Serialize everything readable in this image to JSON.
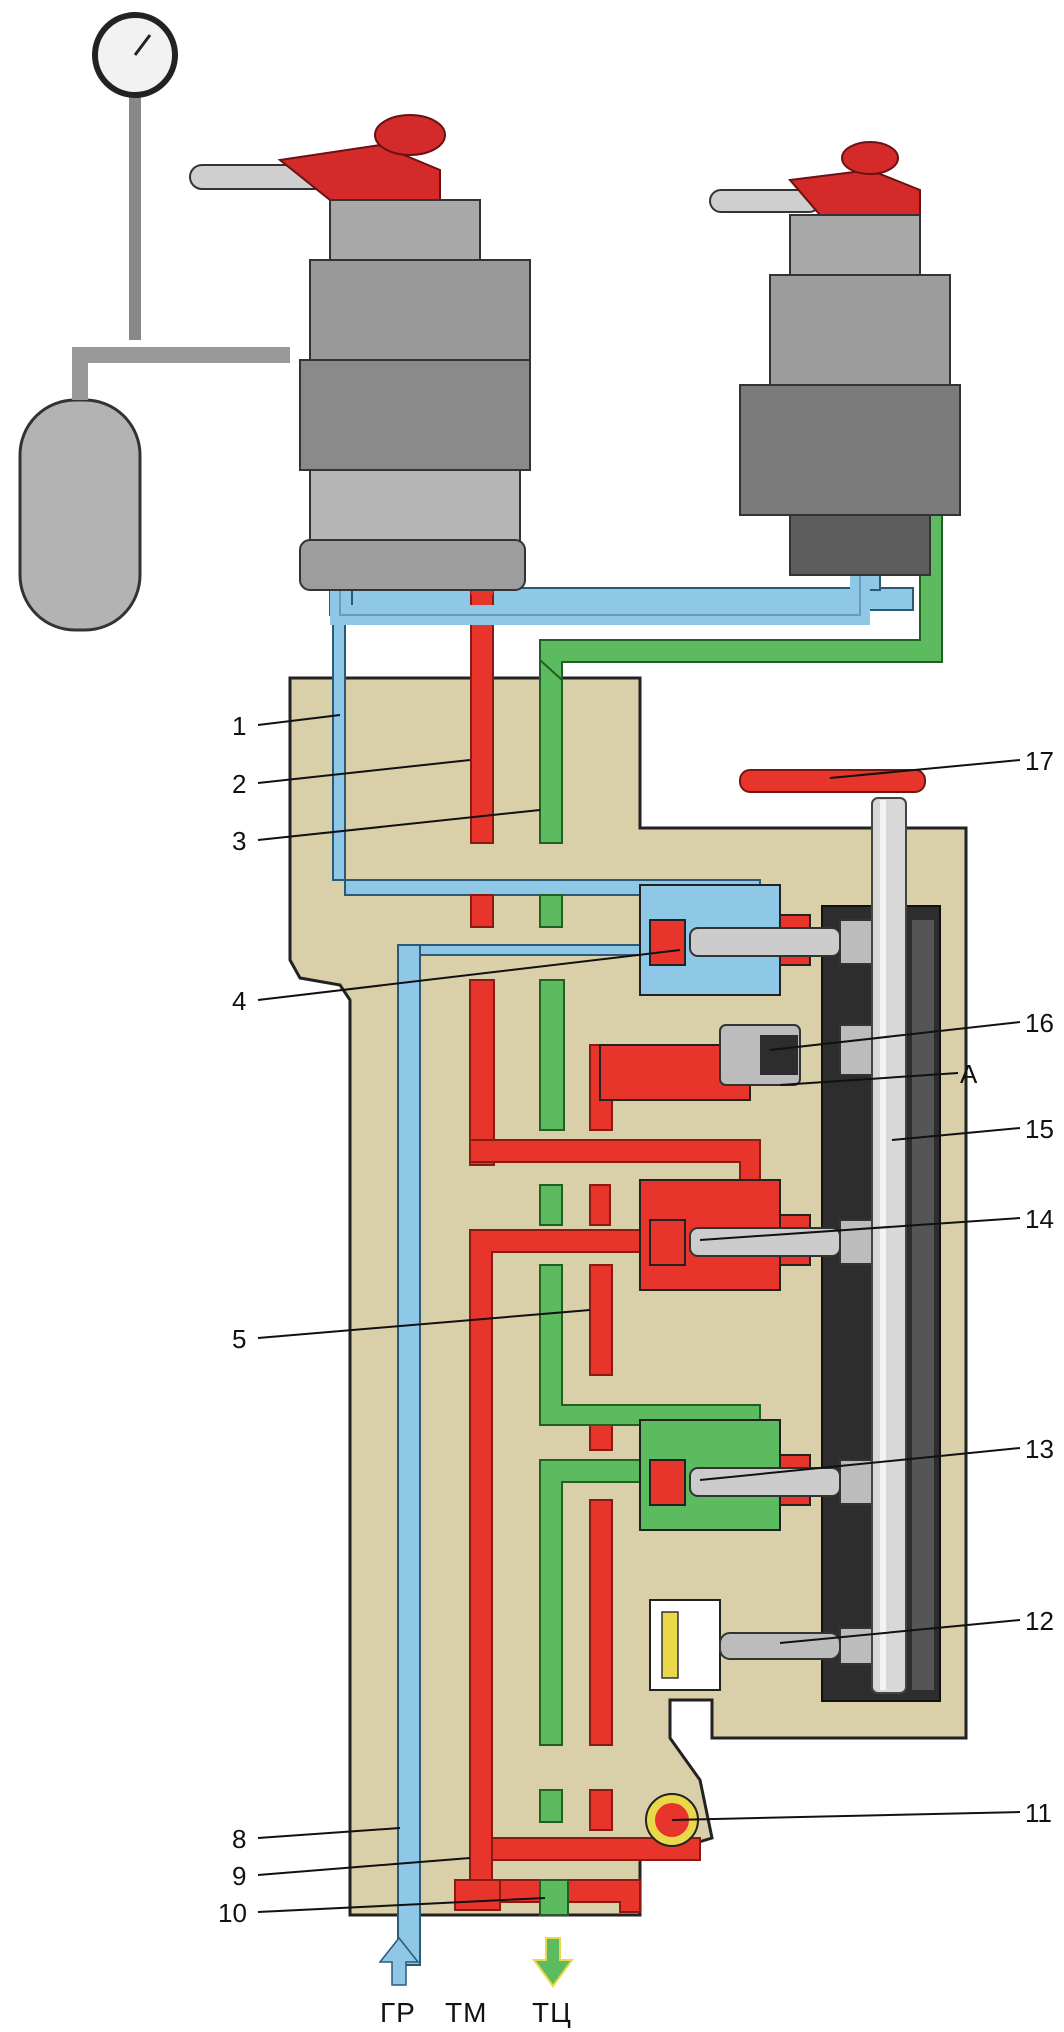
{
  "figure": {
    "colors": {
      "body": "#d9cfa9",
      "feed_line": "#8ec8e6",
      "brake_line": "#e8352c",
      "cylinder_line": "#5dbb5f",
      "valve_metal": "#9a9a9a",
      "valve_dark": "#333333",
      "handle_red": "#d42a2a",
      "spring_yellow": "#e8d84a"
    },
    "labels": [
      {
        "id": "1",
        "text": "1"
      },
      {
        "id": "2",
        "text": "2"
      },
      {
        "id": "3",
        "text": "3"
      },
      {
        "id": "4",
        "text": "4"
      },
      {
        "id": "5",
        "text": "5"
      },
      {
        "id": "8",
        "text": "8"
      },
      {
        "id": "9",
        "text": "9"
      },
      {
        "id": "10",
        "text": "10"
      },
      {
        "id": "11",
        "text": "11"
      },
      {
        "id": "12",
        "text": "12"
      },
      {
        "id": "13",
        "text": "13"
      },
      {
        "id": "14",
        "text": "14"
      },
      {
        "id": "15",
        "text": "15"
      },
      {
        "id": "16",
        "text": "16"
      },
      {
        "id": "17",
        "text": "17"
      },
      {
        "id": "A",
        "text": "А"
      }
    ],
    "ports": [
      {
        "id": "gr",
        "text": "ГР",
        "arrow": "up",
        "color": "#8ec8e6"
      },
      {
        "id": "tm",
        "text": "ТМ",
        "arrow": "none",
        "color": "#e8352c"
      },
      {
        "id": "tc",
        "text": "ТЦ",
        "arrow": "down",
        "color": "#5dbb5f"
      }
    ]
  }
}
